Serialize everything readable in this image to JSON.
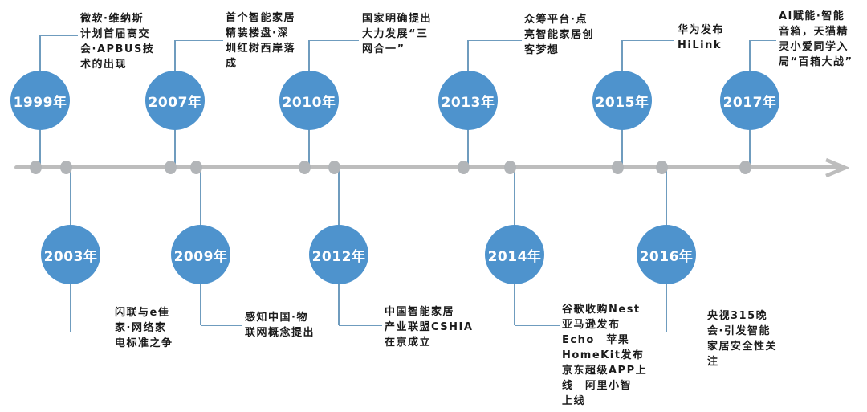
{
  "colors": {
    "event_circle": "#4e93cd",
    "axis_line": "#bdbdbd",
    "axis_dot": "#b2b5b8",
    "connector_line": "#6f9cbe",
    "note_text": "#1b1b1b",
    "year_text": "#ffffff"
  },
  "timeline": {
    "events": [
      {
        "year": "1999年",
        "side": "top",
        "note": "微软·维纳斯\n计划首届高交\n会·APBUS技\n术的出现"
      },
      {
        "year": "2003年",
        "side": "bottom",
        "note": "闪联与e佳\n家·网络家\n电标准之争"
      },
      {
        "year": "2007年",
        "side": "top",
        "note": "首个智能家居\n精装楼盘·深\n圳红树西岸落\n成"
      },
      {
        "year": "2009年",
        "side": "bottom",
        "note": "感知中国·物\n联网概念提出"
      },
      {
        "year": "2010年",
        "side": "top",
        "note": "国家明确提出\n大力发展“三\n网合一”"
      },
      {
        "year": "2012年",
        "side": "bottom",
        "note": "中国智能家居\n产业联盟CSHIA\n在京成立"
      },
      {
        "year": "2013年",
        "side": "top",
        "note": "众筹平台·点\n亮智能家居创\n客梦想"
      },
      {
        "year": "2014年",
        "side": "bottom",
        "note": "谷歌收购Nest\n亚马逊发布\nEcho　苹果\nHomeKit发布\n京东超级APP上\n线　阿里小智\n上线"
      },
      {
        "year": "2015年",
        "side": "top",
        "note": "华为发布\nHiLink"
      },
      {
        "year": "2016年",
        "side": "bottom",
        "note": "央视315晚\n会·引发智能\n家居安全性关\n注"
      },
      {
        "year": "2017年",
        "side": "top",
        "note": "AI赋能·智能\n音箱，天猫精\n灵小爱同学入\n局“百箱大战”"
      }
    ]
  }
}
